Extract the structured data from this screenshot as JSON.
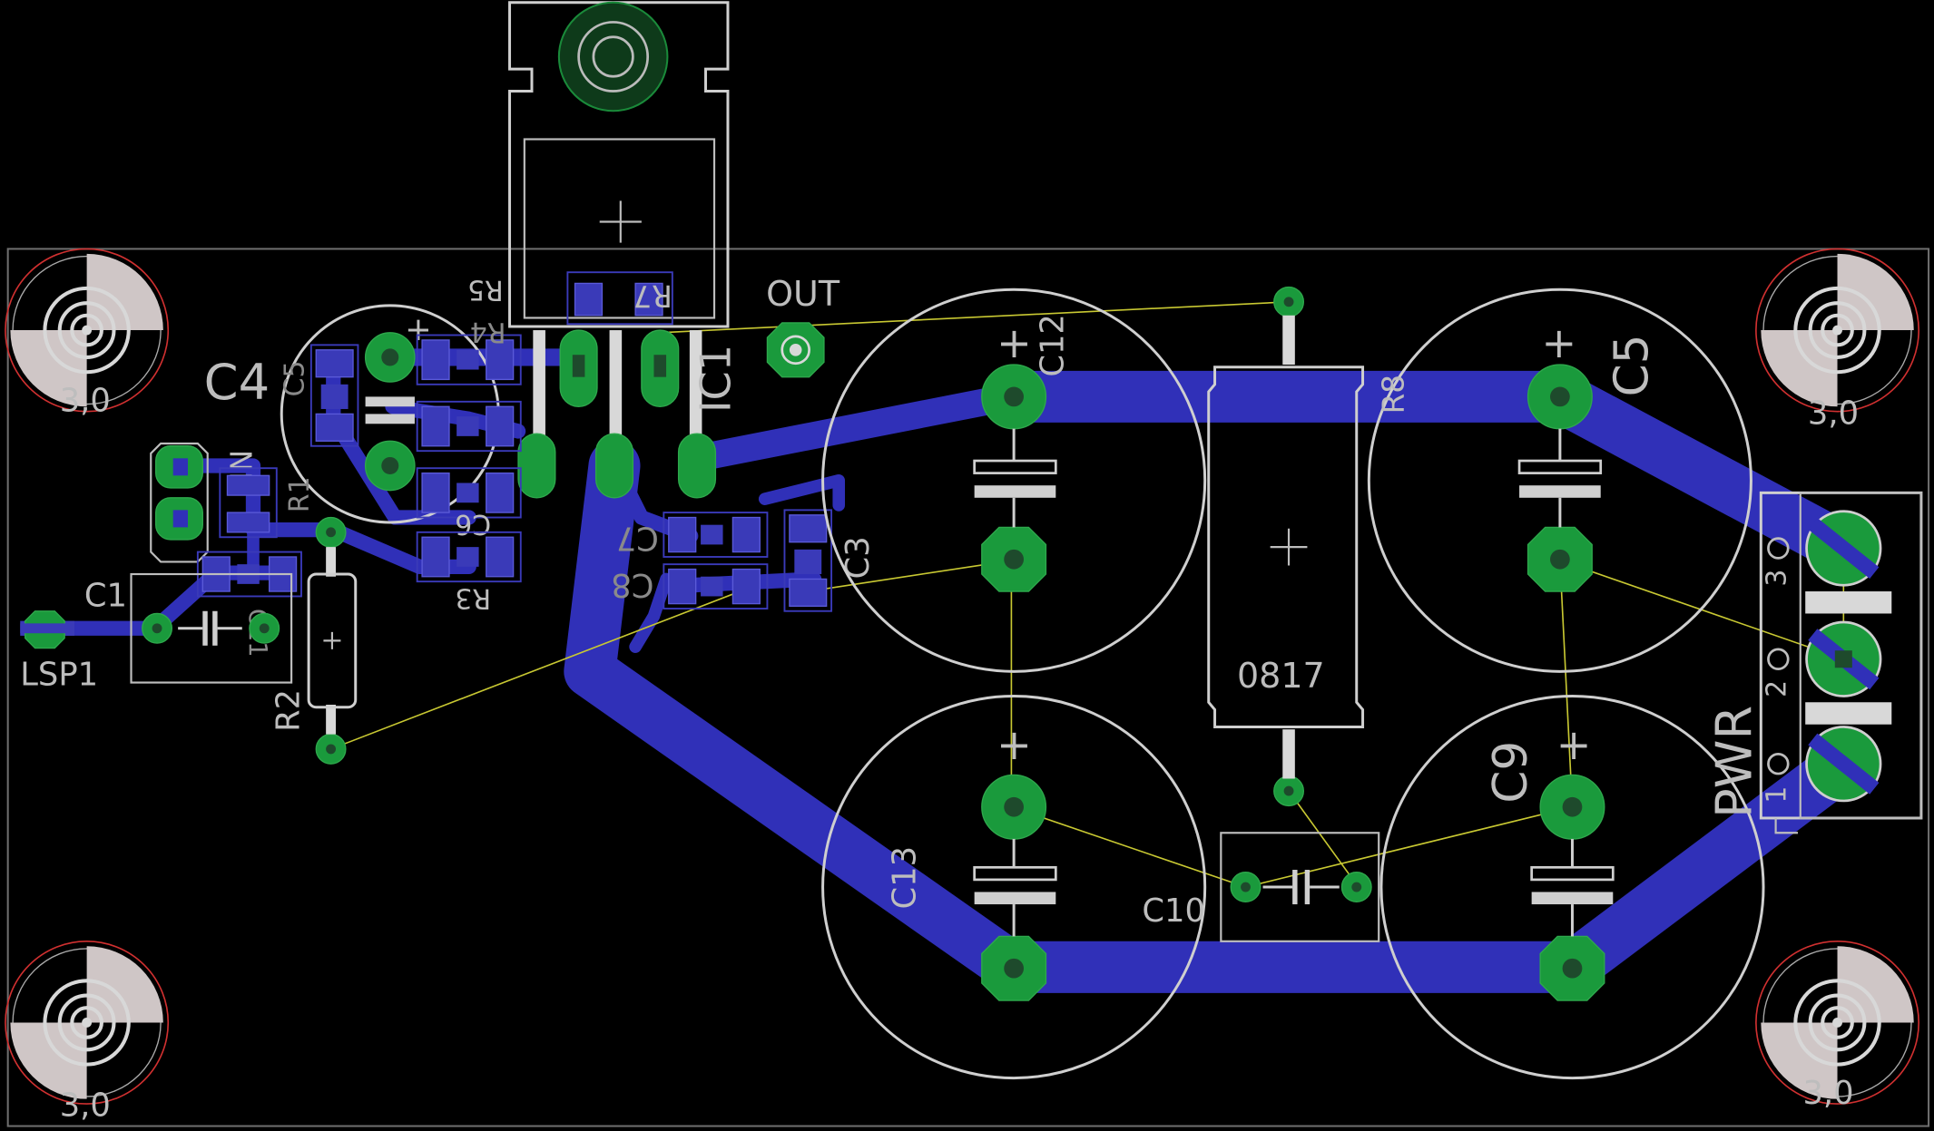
{
  "labels": {
    "c4": "C4",
    "c5_small": "C5",
    "r5": "R5",
    "r4": "R4",
    "r7": "R7",
    "ic1": "IC1",
    "out": "OUT",
    "c12": "C12",
    "r8": "R8",
    "c5": "C5",
    "in": "IN",
    "r1": "R1",
    "c6": "C6",
    "r3": "R3",
    "c7": "C7",
    "c8": "C8",
    "c3": "C3",
    "c1": "C1",
    "c11": "C11",
    "lsp1": "LSP1",
    "r2": "R2",
    "r8_value": "0817",
    "c13": "C13",
    "c10": "C10",
    "c9": "C9",
    "pwr": "PWR",
    "pin3": "3",
    "pin2": "2",
    "pin1": "1",
    "mount_tl": "3,0",
    "mount_tr": "3,0",
    "mount_bl": "3,0",
    "mount_br": "3,0"
  },
  "colors": {
    "background": "#000000",
    "copper_bottom": "#3030b8",
    "pad": "#1a9a3c",
    "silkscreen": "#cfcfcf",
    "airwire": "#c8c832"
  }
}
